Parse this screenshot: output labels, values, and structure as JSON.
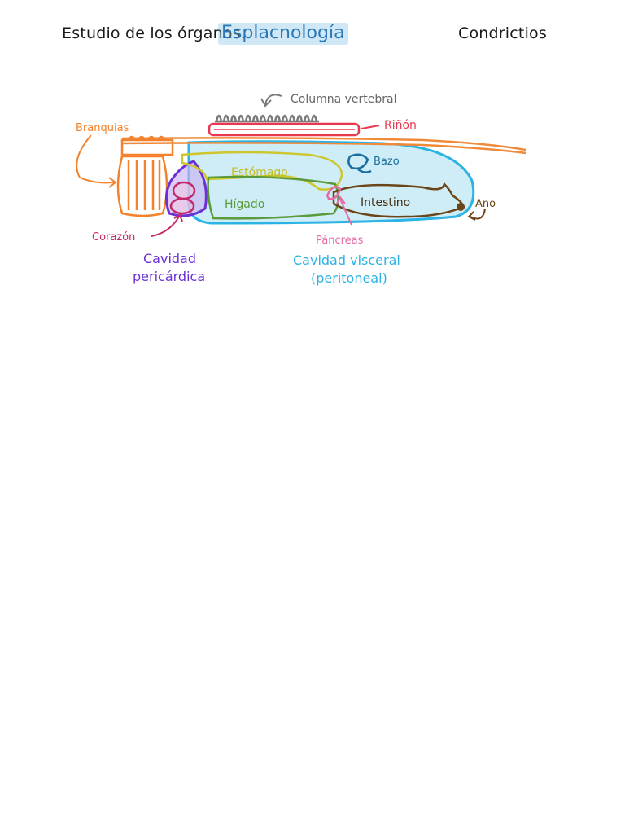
{
  "header": {
    "left": "Estudio de los órganos.",
    "title": "Esplacnología",
    "right": "Condrictios"
  },
  "diagram": {
    "labels": {
      "columna": "Columna vertebral",
      "rinon": "Riñón",
      "branquias": "Branquias",
      "bazo": "Bazo",
      "estomago": "Estómago",
      "higado": "Hígado",
      "intestino": "Intestino",
      "ano": "Ano",
      "corazon": "Corazón",
      "pancreas": "Páncreas",
      "cavidad_pericardica_1": "Cavidad",
      "cavidad_pericardica_2": "pericárdica",
      "cavidad_visceral_1": "Cavidad visceral",
      "cavidad_visceral_2": "(peritoneal)"
    },
    "colors": {
      "columna": "#777777",
      "rinon": "#e8384f",
      "branquias": "#f5822a",
      "bazo": "#1a6fa0",
      "estomago": "#c9c52a",
      "higado": "#5a9a3a",
      "intestino": "#6b4418",
      "ano": "#6b4418",
      "corazon": "#c2286a",
      "pancreas": "#e66aa5",
      "cavidad_pericardica": "#6a32d6",
      "cavidad_visceral": "#2bb3e3"
    }
  }
}
